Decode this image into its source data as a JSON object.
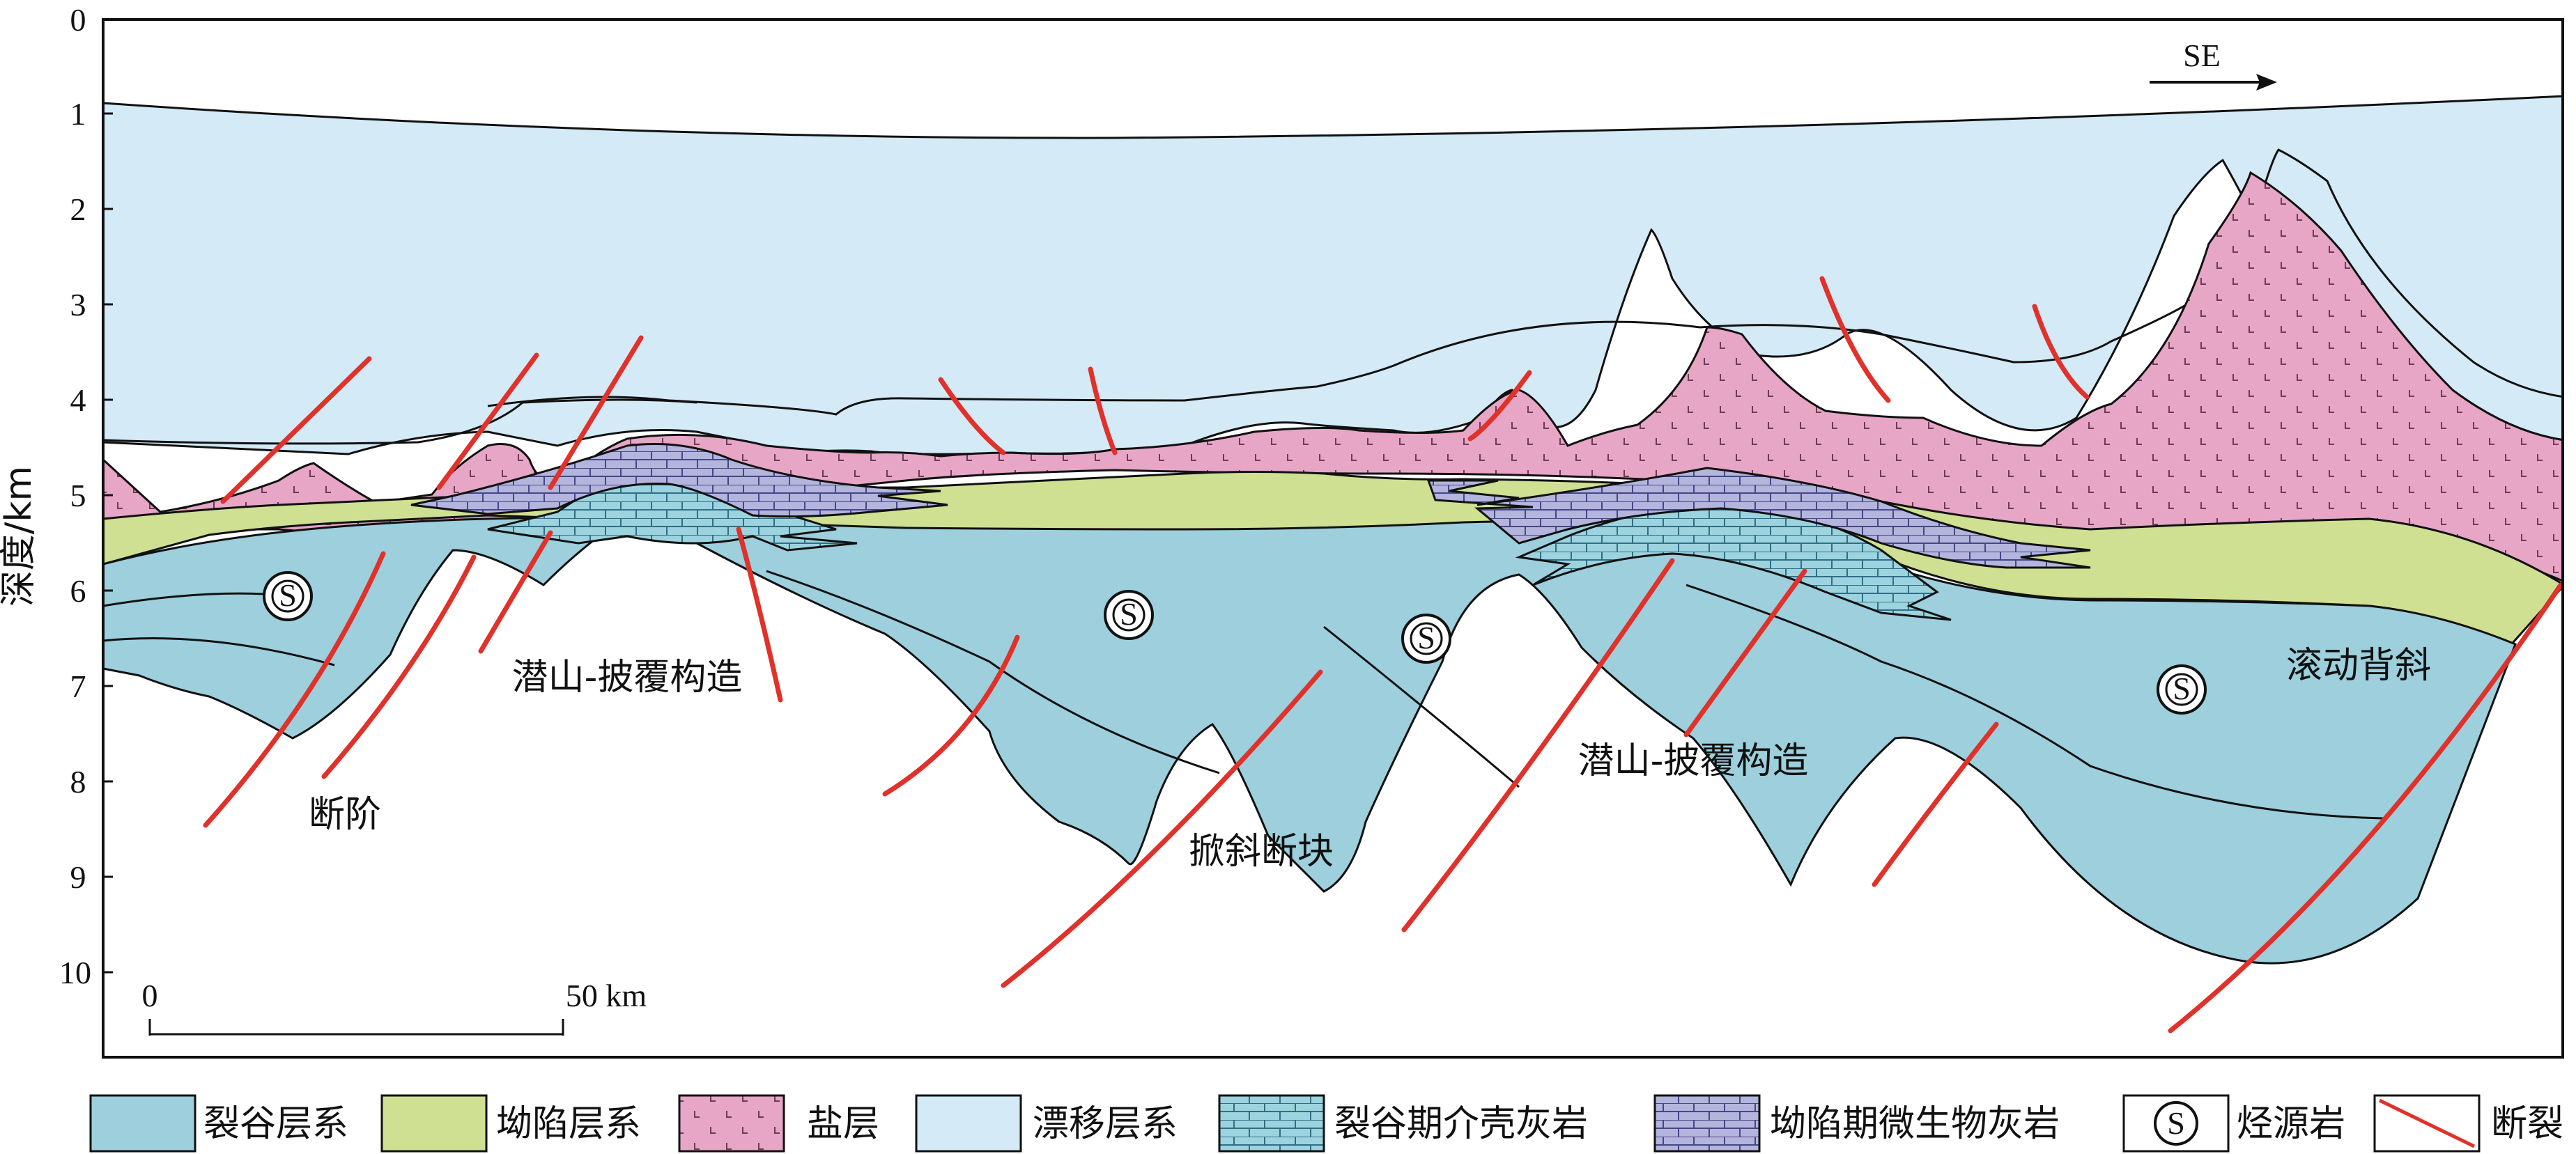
{
  "axis": {
    "ylabel": "深度/km",
    "ticks": [
      "0",
      "1",
      "2",
      "3",
      "4",
      "5",
      "6",
      "7",
      "8",
      "9",
      "10"
    ]
  },
  "direction_label": "SE",
  "scale_bar": {
    "start": "0",
    "end": "50 km"
  },
  "labels": {
    "fault_step": "断阶",
    "buried_hill_1": "潜山-披覆构造",
    "buried_hill_2": "潜山-披覆构造",
    "tilted_block": "掀斜断块",
    "rollover": "滚动背斜",
    "source_symbol": "S"
  },
  "legend": [
    {
      "label": "裂谷层系",
      "key": "rift",
      "color": "#9dcfdc"
    },
    {
      "label": "坳陷层系",
      "key": "sag",
      "color": "#cfe092"
    },
    {
      "label": "盐层",
      "key": "salt",
      "color": "#e7a6c6"
    },
    {
      "label": "漂移层系",
      "key": "drift",
      "color": "#d4eaf7"
    },
    {
      "label": "裂谷期介壳灰岩",
      "key": "coquina",
      "color": "#9dd3df"
    },
    {
      "label": "坳陷期微生物灰岩",
      "key": "microbial",
      "color": "#b3b5dd"
    },
    {
      "label": "烃源岩",
      "key": "source",
      "color": "#ffffff"
    },
    {
      "label": "断裂",
      "key": "fault",
      "color": "#e0312b"
    }
  ]
}
